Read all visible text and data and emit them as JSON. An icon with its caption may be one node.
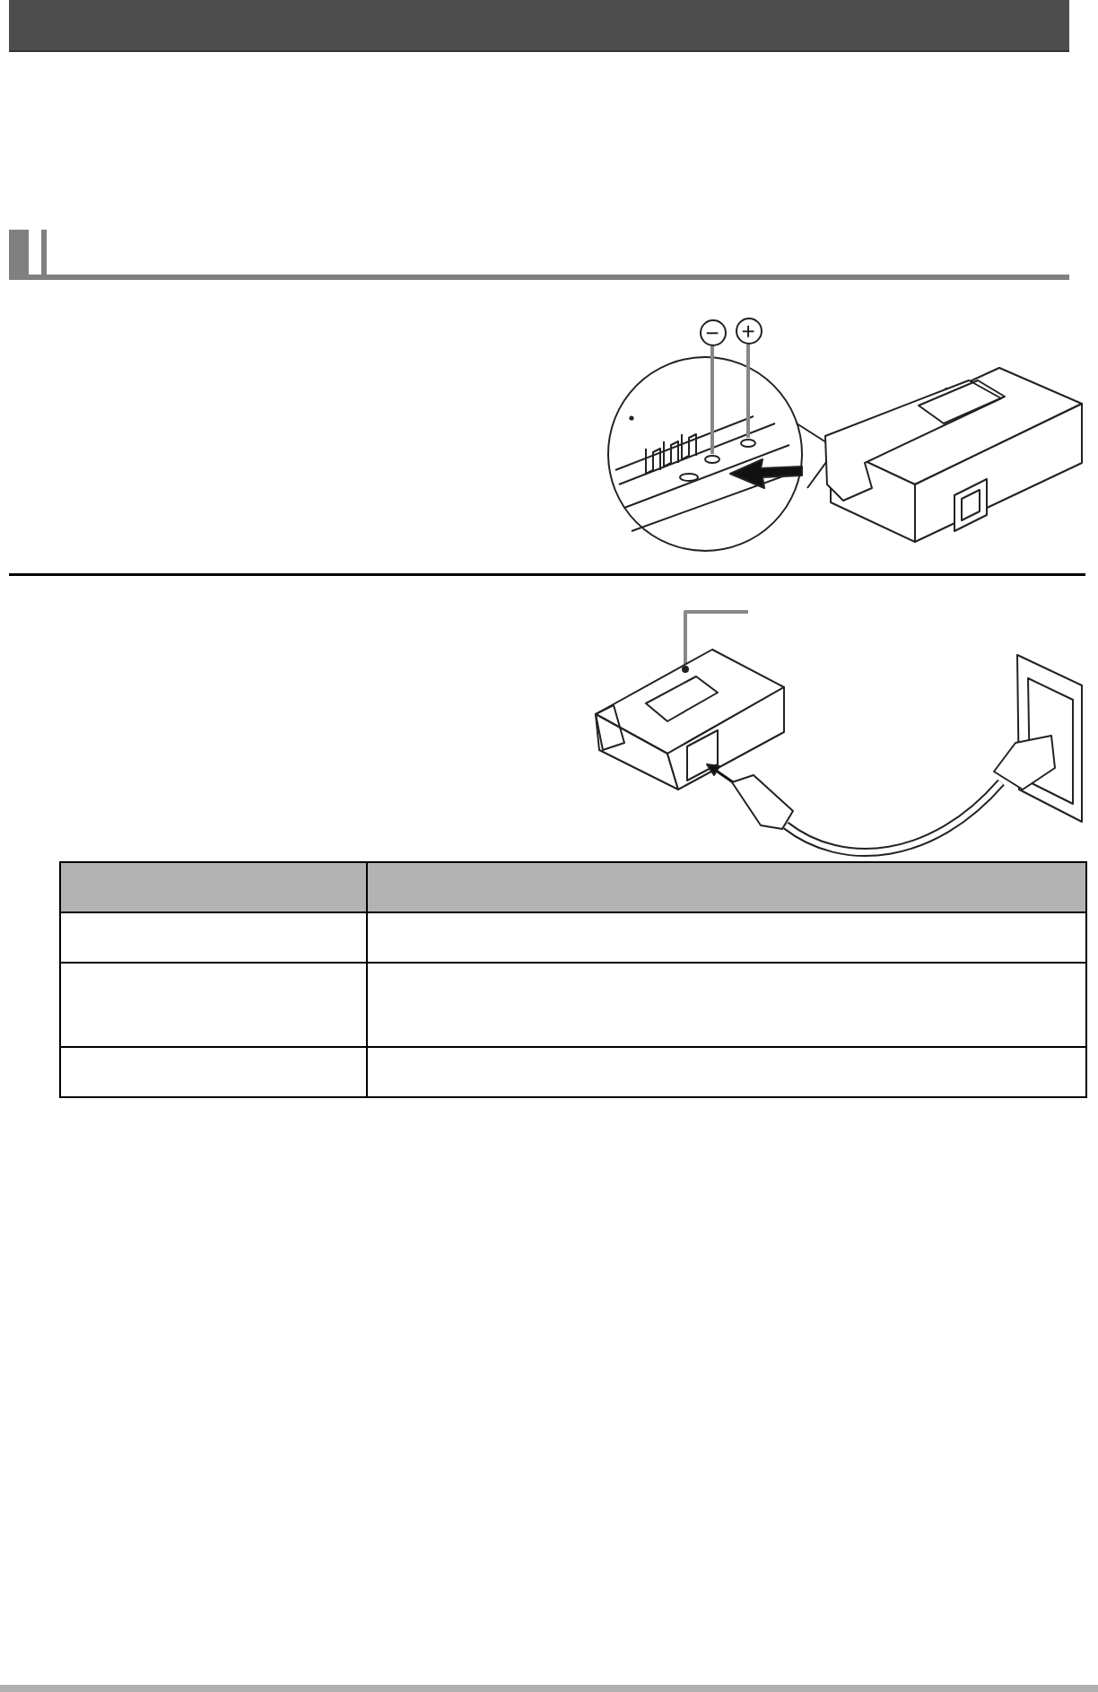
{
  "diagram": {
    "nodes": [
      {
        "text": [],
        "shape": "bar"
      },
      {
        "text": [
          "−"
        ]
      },
      {
        "text": [
          "+"
        ]
      }
    ],
    "edges": [
      {
        "from": 1,
        "to": null,
        "arrow": "none"
      },
      {
        "from": 2,
        "to": null,
        "arrow": "none"
      }
    ]
  }
}
